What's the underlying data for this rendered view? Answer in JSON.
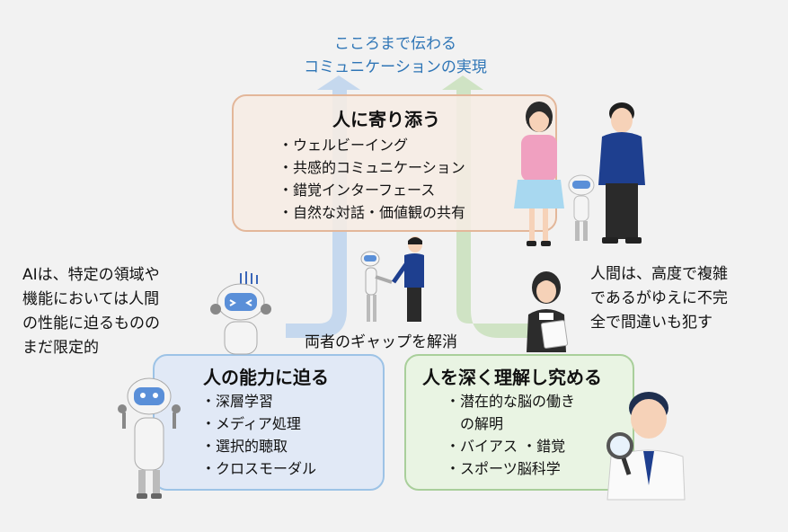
{
  "goal": {
    "line1": "こころまで伝わる",
    "line2": "コミュニケーションの実現"
  },
  "top_box": {
    "title": "人に寄り添う",
    "items": [
      "ウェルビーイング",
      "共感的コミュニケーション",
      "錯覚インターフェース",
      "自然な対話・価値観の共有"
    ]
  },
  "left_box": {
    "title": "人の能力に迫る",
    "items": [
      "深層学習",
      "メディア処理",
      "選択的聴取",
      "クロスモーダル"
    ]
  },
  "right_box": {
    "title": "人を深く理解し究める",
    "items": [
      "潜在的な脳の働き",
      "の解明",
      "バイアス ・錯覚",
      "スポーツ脳科学"
    ]
  },
  "left_note": {
    "lines": [
      "AIは、特定の領域や",
      "機能においては人間",
      "の性能に迫るものの",
      "まだ限定的"
    ]
  },
  "right_note": {
    "lines": [
      "人間は、高度で複雑",
      "であるがゆえに不完",
      "全で間違いも犯す"
    ]
  },
  "gap_label": "両者のギャップを解消",
  "colors": {
    "goal_text": "#2e75b6",
    "arrow_blue": "#c5d8ee",
    "arrow_green": "#cfe3c4",
    "top_border": "#e3b79a",
    "left_border": "#9dc3e6",
    "right_border": "#a9cf9b"
  },
  "illustrations": [
    "family-with-robot",
    "robot-shaking-hands-with-man",
    "confused-robot",
    "standing-robot",
    "woman-with-clipboard",
    "doctor-with-magnifier-icon"
  ]
}
